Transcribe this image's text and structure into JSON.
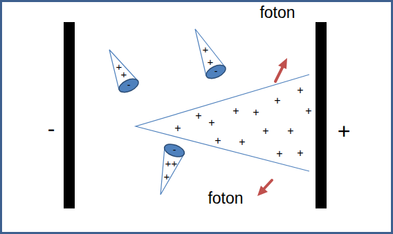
{
  "diagram": {
    "nodes": [
      {
        "text": [
          "-"
        ]
      },
      {
        "text": [
          "+",
          "+"
        ]
      },
      {
        "text": [
          "-"
        ]
      },
      {
        "text": [
          "+",
          "+"
        ]
      },
      {
        "text": [
          "-"
        ]
      },
      {
        "text": [
          "+",
          "+",
          "+",
          "+",
          "+",
          "+",
          "+",
          "+",
          "+",
          "+",
          "+",
          "+",
          "+",
          "+"
        ]
      },
      {
        "text": [
          "-"
        ]
      },
      {
        "text": [
          "+",
          "+",
          "+"
        ]
      },
      {
        "text": [
          "+"
        ]
      }
    ],
    "labels": [
      "foton",
      "foton"
    ]
  }
}
